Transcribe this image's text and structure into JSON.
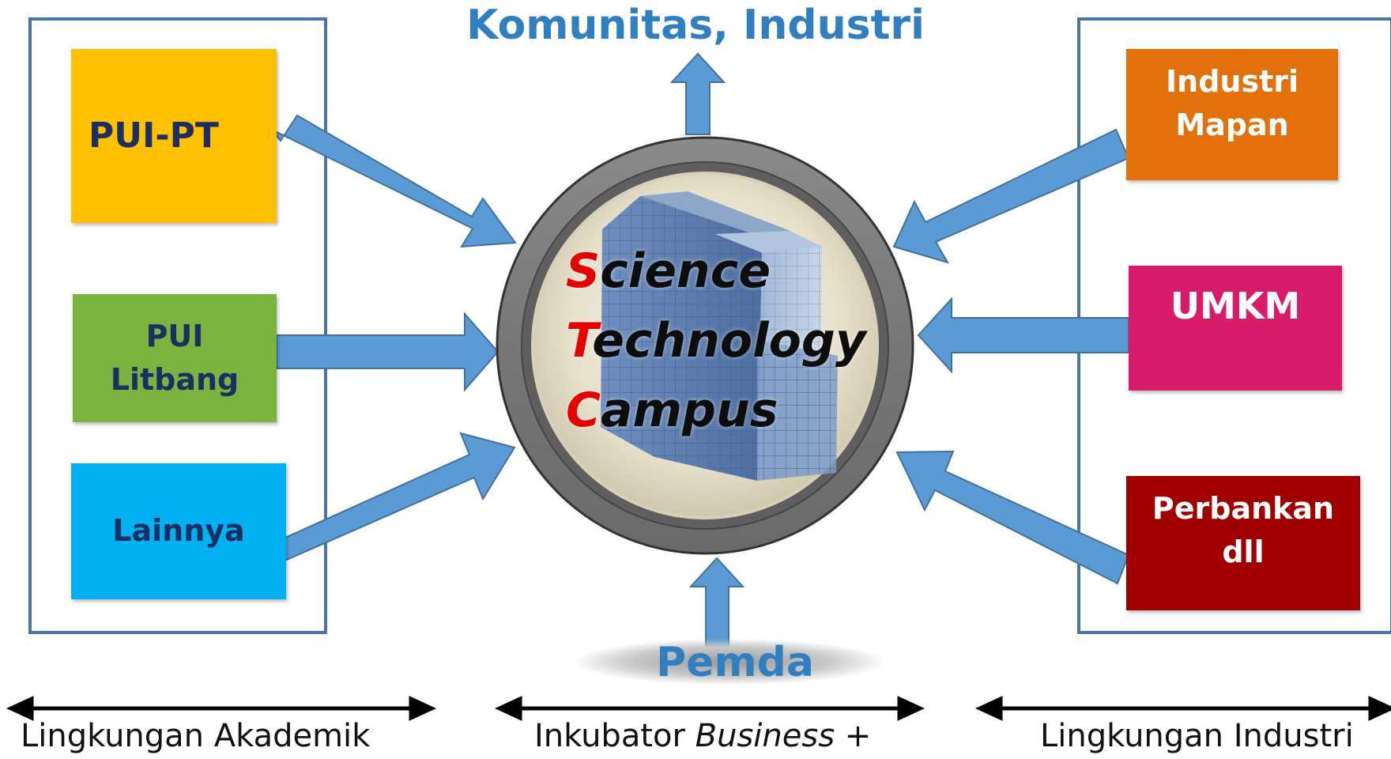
{
  "top_label": "Komunitas, Industri",
  "left_group": {
    "items": [
      {
        "line1": "PUI-PT",
        "line2": ""
      },
      {
        "line1": "PUI",
        "line2": "Litbang"
      },
      {
        "line1": "Lainnya",
        "line2": ""
      }
    ]
  },
  "right_group": {
    "items": [
      {
        "line1": "Industri",
        "line2": "Mapan"
      },
      {
        "line1": "UMKM",
        "line2": ""
      },
      {
        "line1": "Perbankan",
        "line2": "dll"
      }
    ]
  },
  "center": {
    "s_initial": "S",
    "s_rest": "cience",
    "t_initial": "T",
    "t_rest": "echnology",
    "c_initial": "C",
    "c_rest": "ampus"
  },
  "bottom_center_label": "Pemda",
  "bottom_labels": {
    "left": "Lingkungan Akademik",
    "middle_prefix": "Inkubator ",
    "middle_italic": "Business",
    "middle_suffix": " +",
    "right": "Lingkungan Industri"
  },
  "colors": {
    "pui_pt": "#ffc000",
    "pui_litbang": "#7ab33e",
    "lainnya": "#00b0f0",
    "industri_mapan": "#e2710b",
    "umkm": "#d81b6a",
    "perbankan": "#a00000",
    "arrow": "#5b9bd5",
    "frame": "#4a73a8"
  }
}
